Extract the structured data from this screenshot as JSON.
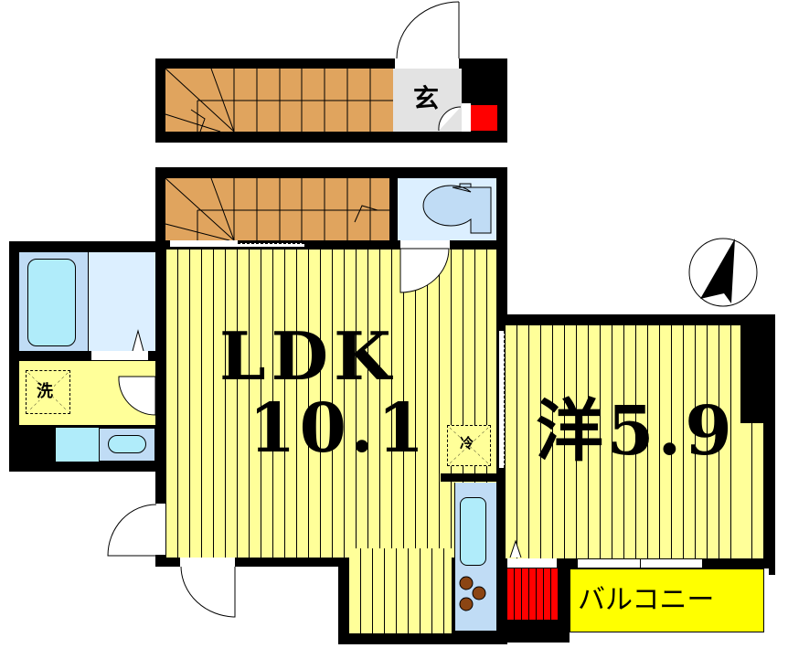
{
  "floor_plan": {
    "rooms": {
      "ldk": {
        "label": "LDK",
        "size": "10.1"
      },
      "western": {
        "label": "洋5.9"
      },
      "entrance": {
        "label": "玄"
      },
      "laundry": {
        "label": "洗"
      },
      "fridge": {
        "label": "冷"
      },
      "balcony": {
        "label": "バルコニー"
      }
    },
    "fixtures": [
      "stairs-upper",
      "stairs-lower",
      "toilet",
      "bathtub",
      "washbasin",
      "kitchen-sink",
      "stove"
    ],
    "compass": {
      "icon": "north-arrow-icon"
    },
    "colors": {
      "wall": "#000000",
      "floor": "#ffff99",
      "stairs": "#e0a45e",
      "wet_area": "#dcefff",
      "fixture": "#b0ecfa",
      "balcony": "#ffff00",
      "storage": "#ff0000",
      "entrance": "#e3e3e3"
    }
  }
}
